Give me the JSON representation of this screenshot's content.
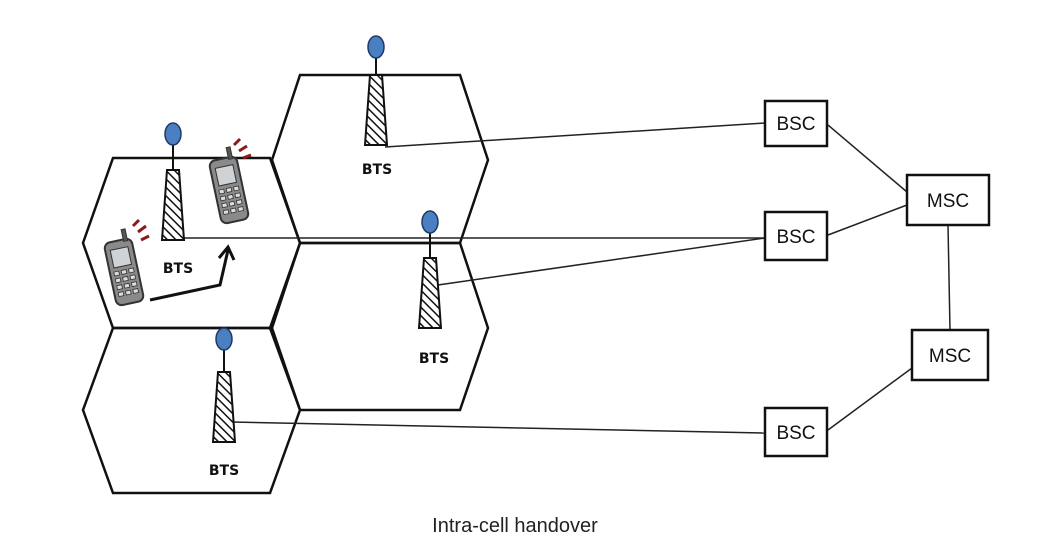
{
  "diagram": {
    "bts_label": "BTS",
    "bsc_label": "BSC",
    "msc_label": "MSC",
    "caption": "Intra-cell handover",
    "cell_count": 4,
    "antenna_color": "#4a7fc1",
    "signal_color": "#8b1a1a"
  }
}
